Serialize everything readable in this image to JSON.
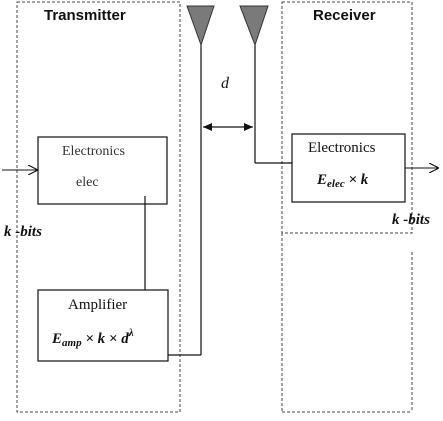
{
  "transmitter": {
    "title": "Transmitter",
    "electronics_label": "Electronics",
    "electronics_formula_fragment": "elec",
    "input_label": "k -bits",
    "amplifier": {
      "label": "Amplifier",
      "energy": "E",
      "energy_sub": "amp",
      "times1": " × ",
      "k": "k",
      "times2": " × ",
      "d": "d",
      "exponent": "λ"
    }
  },
  "receiver": {
    "title": "Receiver",
    "electronics": {
      "label": "Electronics",
      "energy": "E",
      "energy_sub": "elec",
      "times": " × ",
      "k": "k"
    },
    "output_label": "k -bits"
  },
  "distance_label": "d"
}
